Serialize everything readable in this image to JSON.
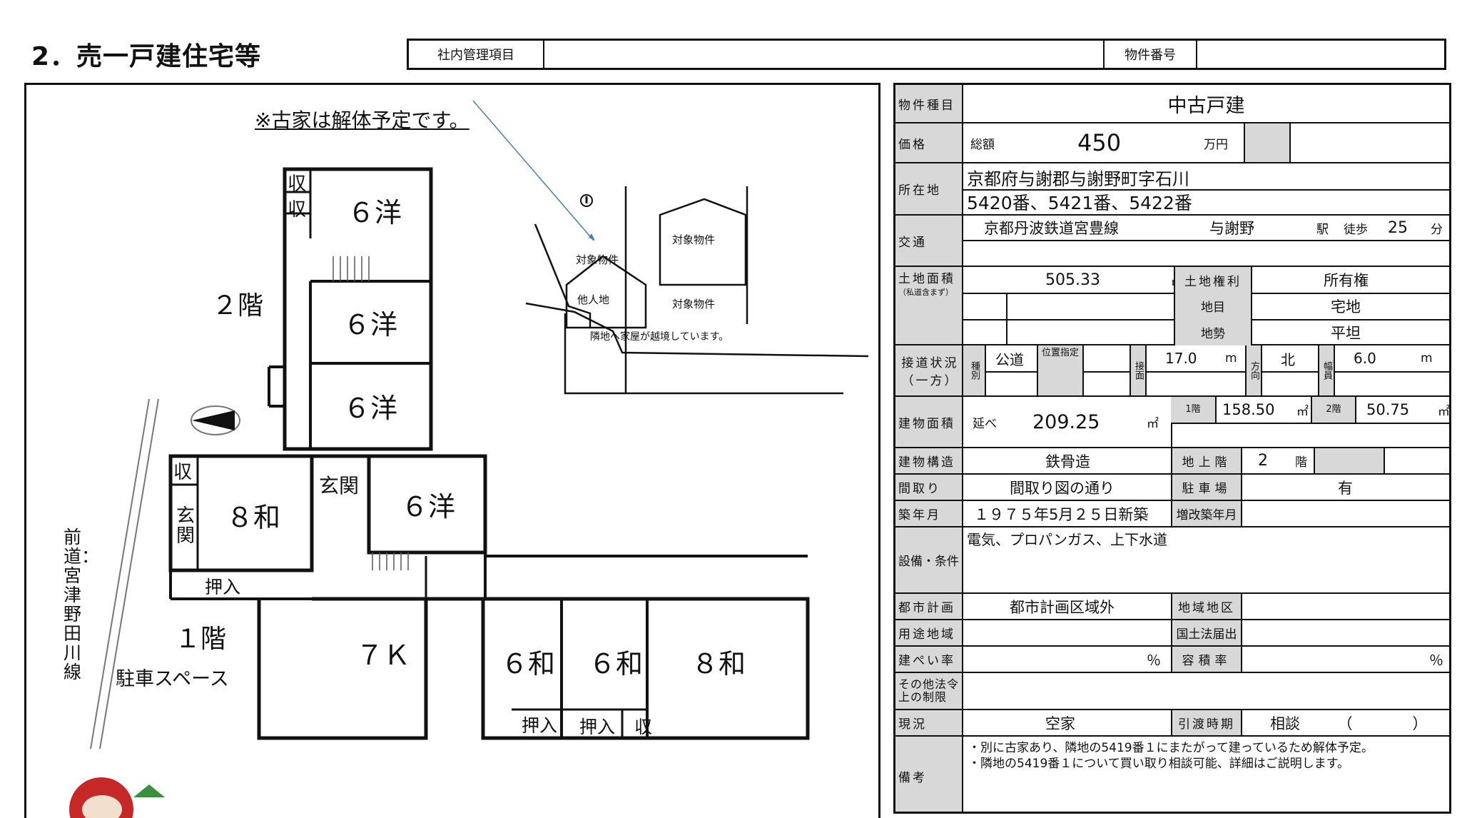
{
  "header": {
    "title": "2．売一戸建住宅等",
    "mgmt_label": "社内管理項目",
    "mgmt_value": "",
    "property_no_label": "物件番号",
    "property_no_value": ""
  },
  "plan": {
    "note": "※古家は解体予定です。",
    "floor2_label": "２階",
    "floor1_label": "１階",
    "parking": "駐車スペース",
    "road": "前道：宮津野田川線",
    "rooms": {
      "r2_1": "６洋",
      "r2_2": "６洋",
      "r2_3": "６洋",
      "storage": "収",
      "storage2": "収",
      "storage3": "収",
      "storage4": "収",
      "washitsu8": "８和",
      "genkan": "玄関",
      "genkan_v": "玄関",
      "r1_6": "６洋",
      "oshiire": "押入",
      "kitchen": "７Ｋ",
      "w6a": "６和",
      "w6b": "６和",
      "w8": "８和",
      "oshiire2": "押入",
      "oshiire3": "押入"
    },
    "site": {
      "target1": "対象物件",
      "target2": "対象物件",
      "target3": "対象物件",
      "other_land": "他人地",
      "encroach": "隣地へ家屋が越境しています。"
    }
  },
  "spec": {
    "type_label": "物件種目",
    "type": "中古戸建",
    "price_label": "価格",
    "price_total_label": "総額",
    "price": "450",
    "price_unit": "万円",
    "location_label": "所在地",
    "location1": "京都府与謝郡与謝野町字石川",
    "location2": "5420番、5421番、5422番",
    "transport_label": "交通",
    "line": "京都丹波鉄道宮豊線",
    "station": "与謝野",
    "station_suffix": "駅",
    "walk_label": "徒歩",
    "walk_min": "25",
    "walk_unit": "分",
    "land_area_label": "土地面積",
    "land_area_sub": "（私道含まず）",
    "land_area": "505.33",
    "area_unit": "㎡",
    "land_right_label": "土地権利",
    "land_right": "所有権",
    "chimoku_label": "地目",
    "chimoku": "宅地",
    "chisei_label": "地勢",
    "chisei": "平坦",
    "road_label": "接道状況",
    "road_sub": "（一方）",
    "road_type_label": "種別",
    "road_type": "公道",
    "road_designated_label": "位置指定",
    "frontage_label": "接面",
    "frontage": "17.0",
    "m": "m",
    "direction_label": "方向",
    "direction": "北",
    "width_label": "幅員",
    "width": "6.0",
    "building_area_label": "建物面積",
    "total_label": "延べ",
    "building_total": "209.25",
    "f1_label": "1階",
    "f1_area": "158.50",
    "f2_label": "2階",
    "f2_area": "50.75",
    "structure_label": "建物構造",
    "structure": "鉄骨造",
    "floors_label": "地上階",
    "floors": "2",
    "floors_unit": "階",
    "layout_label": "間取り",
    "layout": "間取り図の通り",
    "parking_label": "駐車場",
    "parking": "有",
    "built_label": "築年月",
    "built": "１９７５年5月２５日新築",
    "renov_label": "増改築年月",
    "facility_label": "設備・条件",
    "facility": "電気、プロパンガス、上下水道",
    "city_plan_label": "都市計画",
    "city_plan": "都市計画区域外",
    "zone_label": "地域地区",
    "use_label": "用途地域",
    "national_label": "国土法届出",
    "bcr_label": "建ぺい率",
    "pct": "％",
    "far_label": "容積率",
    "other_label": "その他法令上の制限",
    "status_label": "現況",
    "status": "空家",
    "handover_label": "引渡時期",
    "handover": "相談　　　（　　　　）",
    "remarks_label": "備考",
    "remark1": "・別に古家あり、隣地の5419番１にまたがって建っているため解体予定。",
    "remark2": "・隣地の5419番１について買い取り相談可能、詳細はご説明します。"
  }
}
